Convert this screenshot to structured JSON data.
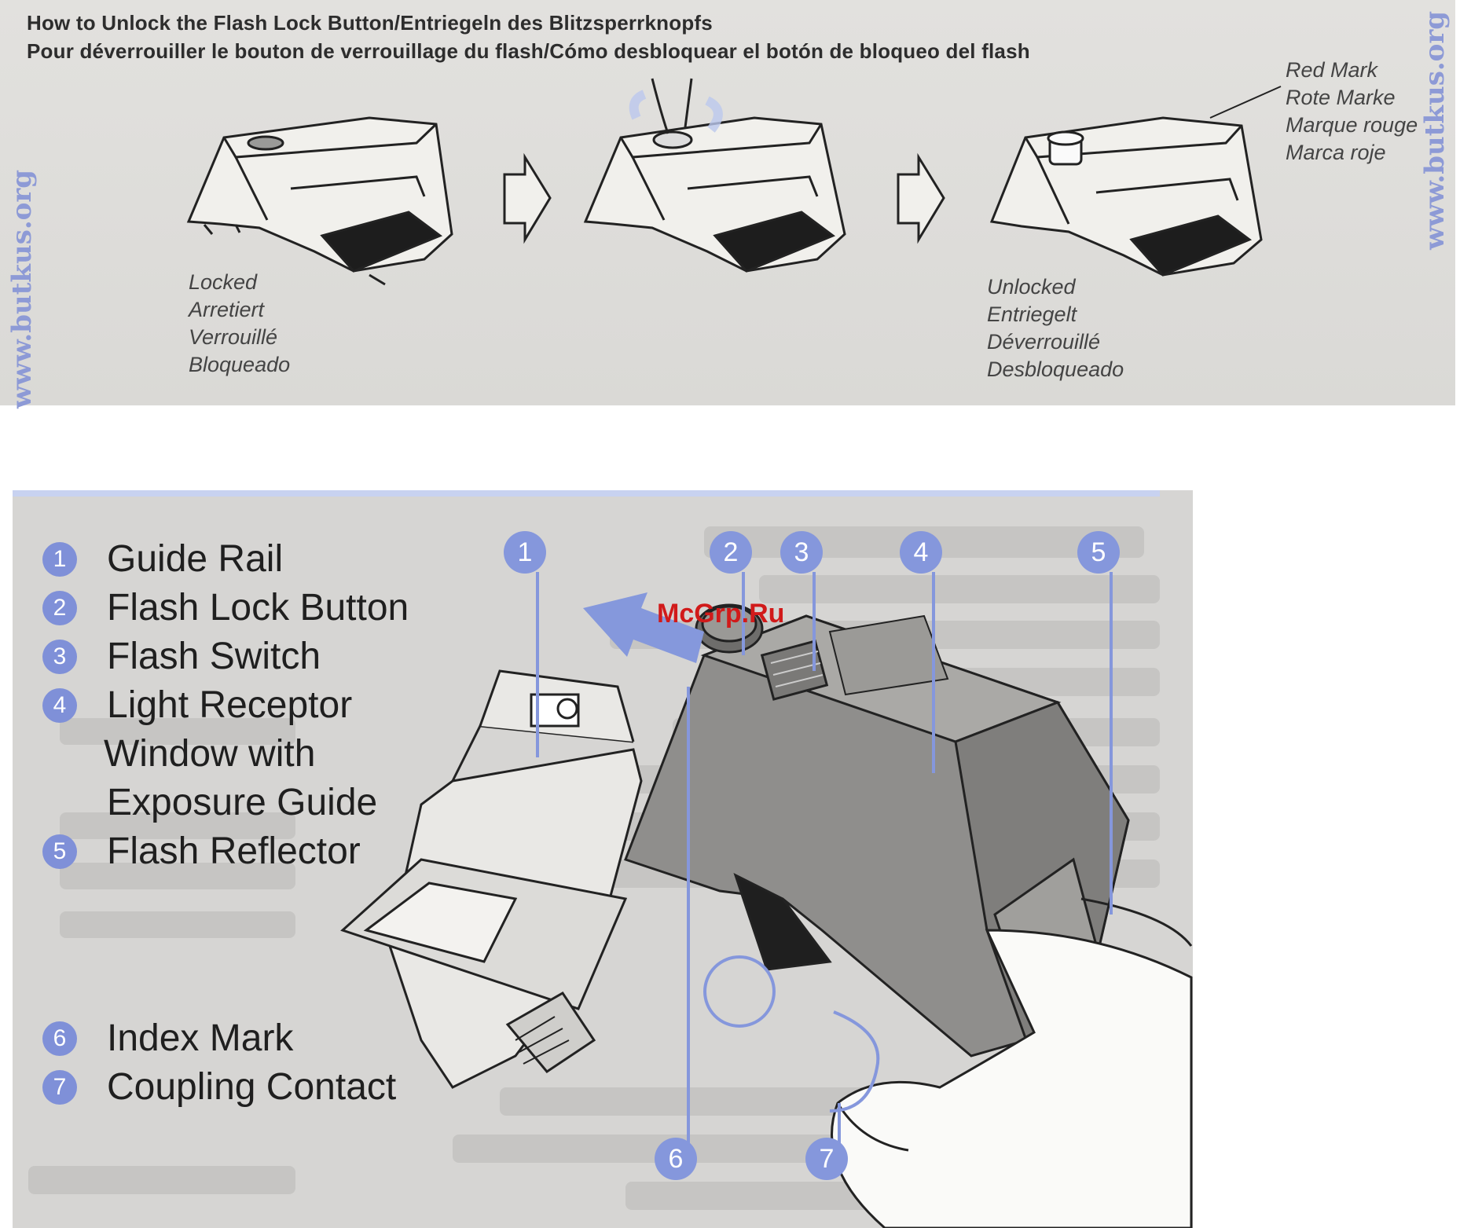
{
  "header": {
    "title_line1": "How to Unlock the Flash Lock Button/Entriegeln des Blitzsperrknopfs",
    "title_line2": "Pour déverrouiller le bouton de verrouillage du flash/Cómo desbloquear el botón de bloqueo del flash"
  },
  "watermarks": {
    "left": "www.butkus.org",
    "right": "www.butkus.org",
    "mcgrp": "McGrp.Ru"
  },
  "top_diagram": {
    "red_mark": [
      "Red Mark",
      "Rote Marke",
      "Marque rouge",
      "Marca roje"
    ],
    "locked": [
      "Locked",
      "Arretiert",
      "Verrouillé",
      "Bloqueado"
    ],
    "unlocked": [
      "Unlocked",
      "Entriegelt",
      "Déverrouillé",
      "Desbloqueado"
    ]
  },
  "legend": {
    "items": [
      {
        "num": "1",
        "label": "Guide Rail"
      },
      {
        "num": "2",
        "label": "Flash Lock Button"
      },
      {
        "num": "3",
        "label": "Flash Switch"
      },
      {
        "num": "4",
        "label": "Light Receptor"
      },
      {
        "num": "",
        "label": "Window with"
      },
      {
        "num": "",
        "label": "Exposure Guide"
      },
      {
        "num": "5",
        "label": "Flash Reflector"
      },
      {
        "num": "6",
        "label": "Index Mark"
      },
      {
        "num": "7",
        "label": "Coupling Contact"
      }
    ]
  },
  "callouts": [
    "1",
    "2",
    "3",
    "4",
    "5",
    "6",
    "7"
  ],
  "colors": {
    "badge": "#7f90d8",
    "callout_line": "#8597dc",
    "watermark_red": "#d11a1a"
  }
}
